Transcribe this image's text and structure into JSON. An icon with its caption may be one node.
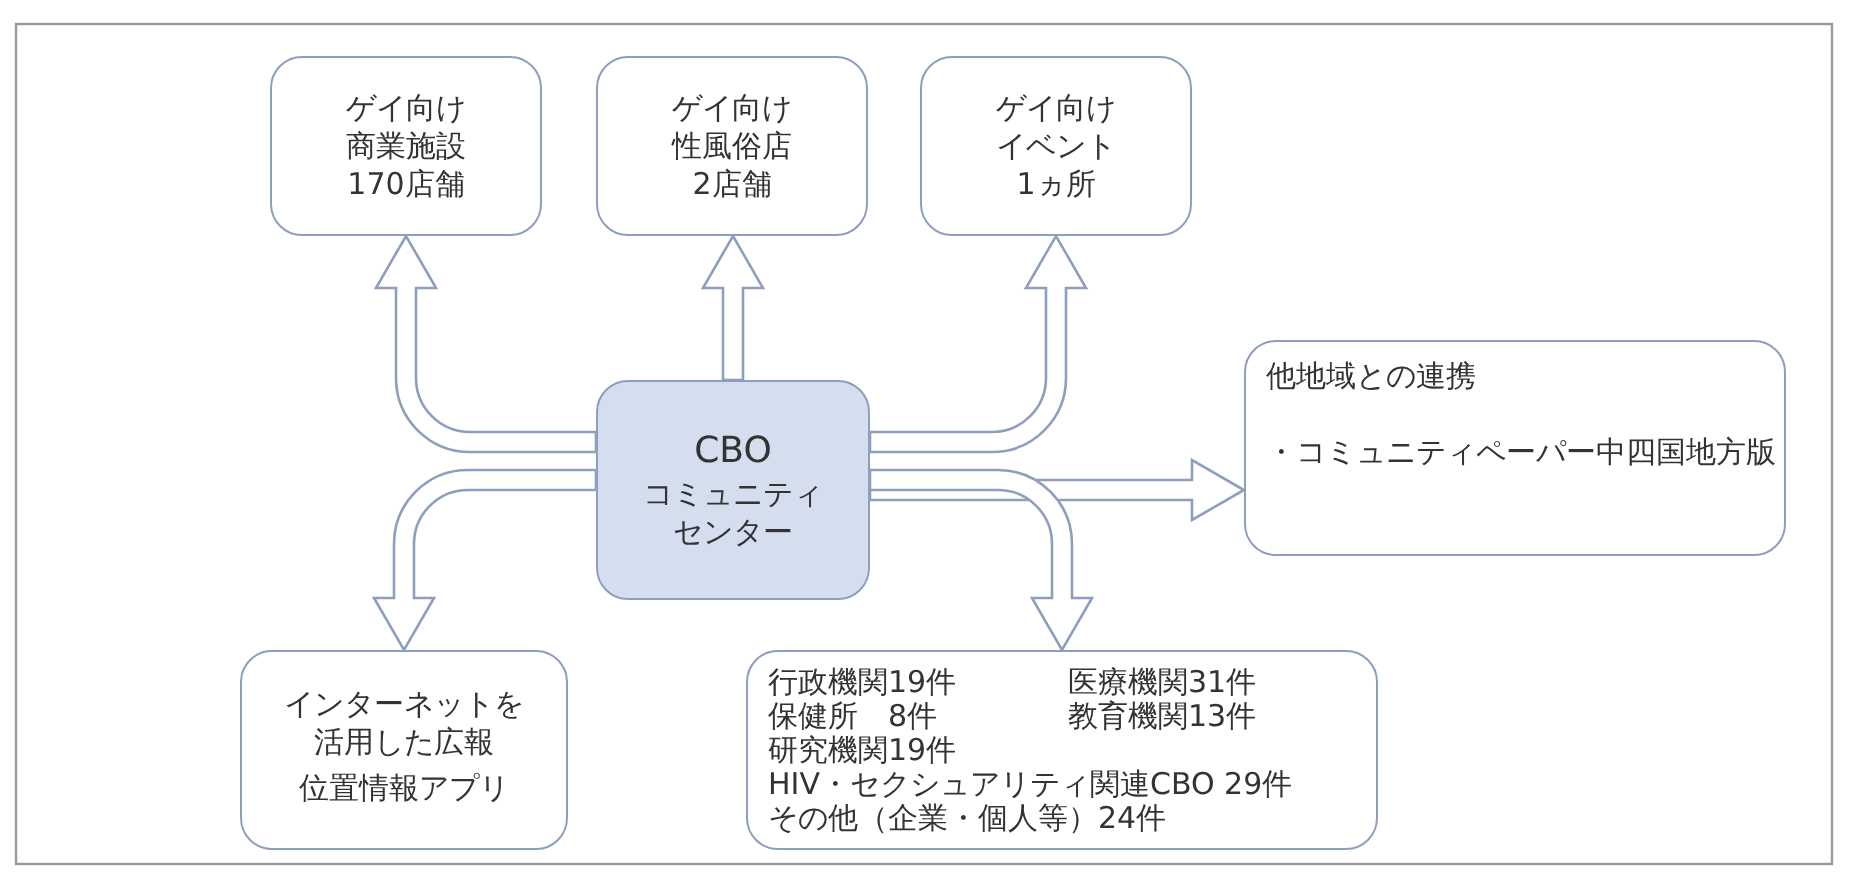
{
  "diagram": {
    "nodes": [
      {
        "text": [
          "ゲイ向け",
          "商業施設",
          "170店舗"
        ]
      },
      {
        "text": [
          "ゲイ向け",
          "性風俗店",
          "2店舗"
        ]
      },
      {
        "text": [
          "ゲイ向け",
          "イベント",
          "1ヵ所"
        ]
      },
      {
        "text": [
          "他地域との連携",
          "・コミュニティペーパー中四国地方版"
        ]
      },
      {
        "text": [
          "CBO",
          "コミュニティセンター"
        ]
      },
      {
        "text": [
          "インターネットを活用した広報",
          "位置情報アプリ"
        ]
      },
      {
        "text": [
          "行政機関19件",
          "医療機関31件",
          "保健所　8件",
          "教育機関13件",
          "研究機関19件",
          "HIV・セクシュアリティ関連CBO 29件",
          "その他（企業・個人等）24件"
        ]
      }
    ],
    "edges": [
      {
        "from": 4,
        "to": 0,
        "arrow": "to"
      },
      {
        "from": 4,
        "to": 1,
        "arrow": "to"
      },
      {
        "from": 4,
        "to": 2,
        "arrow": "to"
      },
      {
        "from": 4,
        "to": 3,
        "arrow": "to"
      },
      {
        "from": 4,
        "to": 5,
        "arrow": "to"
      },
      {
        "from": 4,
        "to": 6,
        "arrow": "to"
      }
    ]
  }
}
